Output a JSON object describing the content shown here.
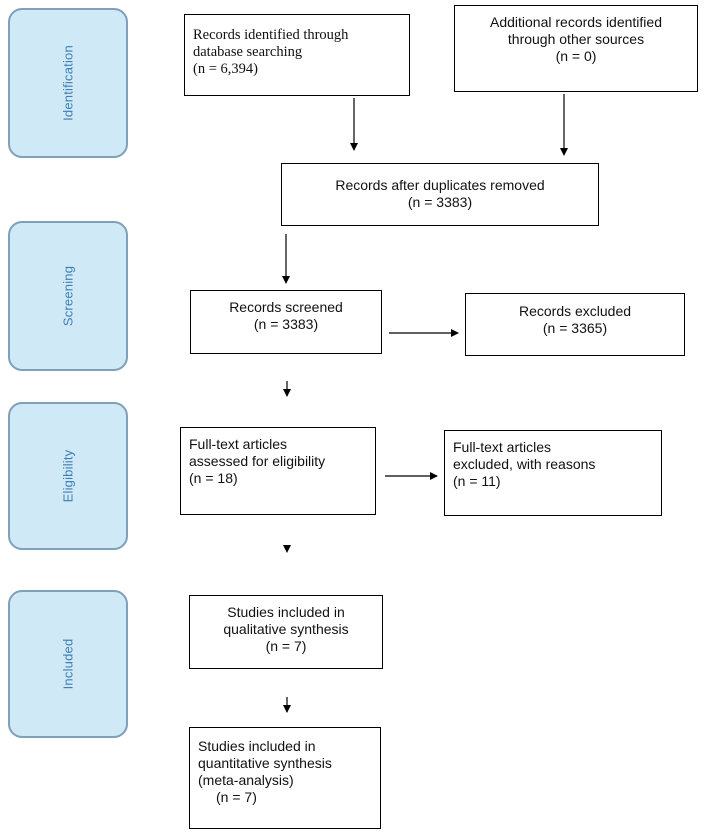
{
  "stages": {
    "identification": "Identification",
    "screening": "Screening",
    "eligibility": "Eligibility",
    "included": "Included"
  },
  "boxes": {
    "db_search": {
      "lines": [
        "Records identified through",
        "database searching",
        "(n = 6,394)"
      ]
    },
    "other_sources": {
      "lines": [
        "Additional records identified",
        "through other sources",
        "(n = 0)"
      ]
    },
    "duplicates_removed": {
      "lines": [
        "Records after duplicates removed",
        "(n = 3383)"
      ]
    },
    "screened": {
      "lines": [
        "Records screened",
        "(n = 3383)"
      ]
    },
    "excluded": {
      "lines": [
        "Records excluded",
        "(n = 3365)"
      ]
    },
    "fulltext_assessed": {
      "lines": [
        "Full-text articles",
        "assessed for eligibility",
        "(n = 18)"
      ]
    },
    "fulltext_excluded": {
      "lines": [
        "Full-text articles",
        "excluded, with reasons",
        "(n = 11)"
      ]
    },
    "qualitative": {
      "lines": [
        "Studies included in",
        "qualitative synthesis",
        "(n = 7)"
      ]
    },
    "quantitative": {
      "lines": [
        "Studies included in",
        "quantitative synthesis",
        "(meta-analysis)",
        "(n =   7)"
      ]
    }
  }
}
